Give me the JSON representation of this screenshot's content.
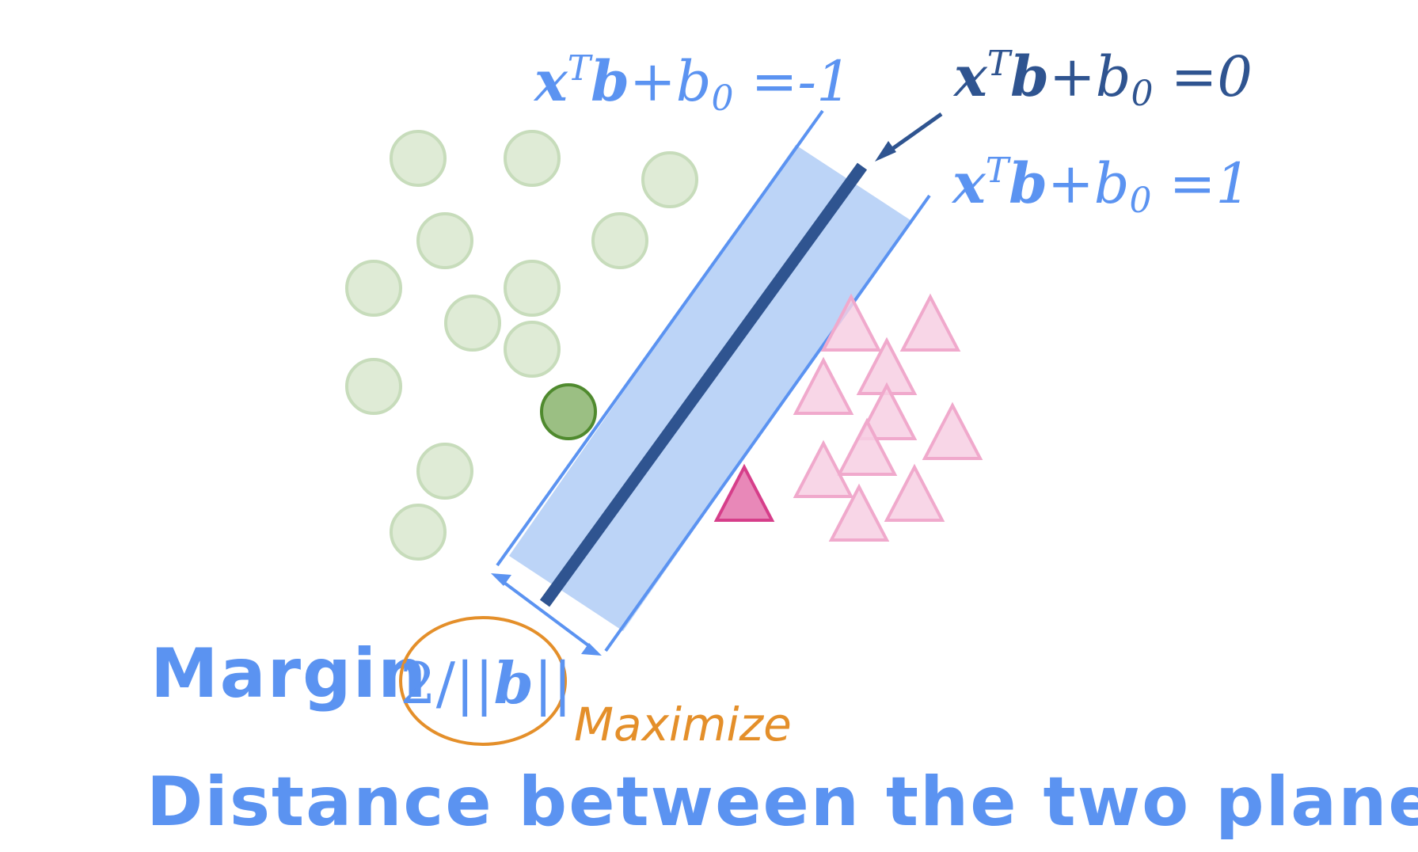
{
  "equations": {
    "minus_one": {
      "lhs_x": "x",
      "sup": "T",
      "lhs_b": "b",
      "plus": "+",
      "b0": "b",
      "sub": "0",
      "rhs": " =-1"
    },
    "zero": {
      "lhs_x": "x",
      "sup": "T",
      "lhs_b": "b",
      "plus": "+",
      "b0": "b",
      "sub": "0",
      "rhs": " =0"
    },
    "plus_one": {
      "lhs_x": "x",
      "sup": "T",
      "lhs_b": "b",
      "plus": "+",
      "b0": "b",
      "sub": "0",
      "rhs": " =1"
    }
  },
  "margin_label": "Margin",
  "margin_formula": {
    "prefix": "2/||",
    "var": "b",
    "suffix": "||"
  },
  "maximize_label": "Maximize",
  "distance_label": "Distance between the two planes",
  "colors": {
    "margin_band": "#bcd4f7",
    "margin_lines": "#5b93f1",
    "hyperplane": "#2f5490",
    "circle_faded_fill": "#dfebd6",
    "circle_faded_stroke": "#c7dcbb",
    "circle_support_fill": "#9bbf83",
    "circle_support_stroke": "#4f8a2e",
    "triangle_faded_fill": "#f7cfe3",
    "triangle_faded_stroke": "#f0a9cc",
    "triangle_support_fill": "#e888b8",
    "triangle_support_stroke": "#d63e8a",
    "accent_orange": "#e48f2a"
  }
}
